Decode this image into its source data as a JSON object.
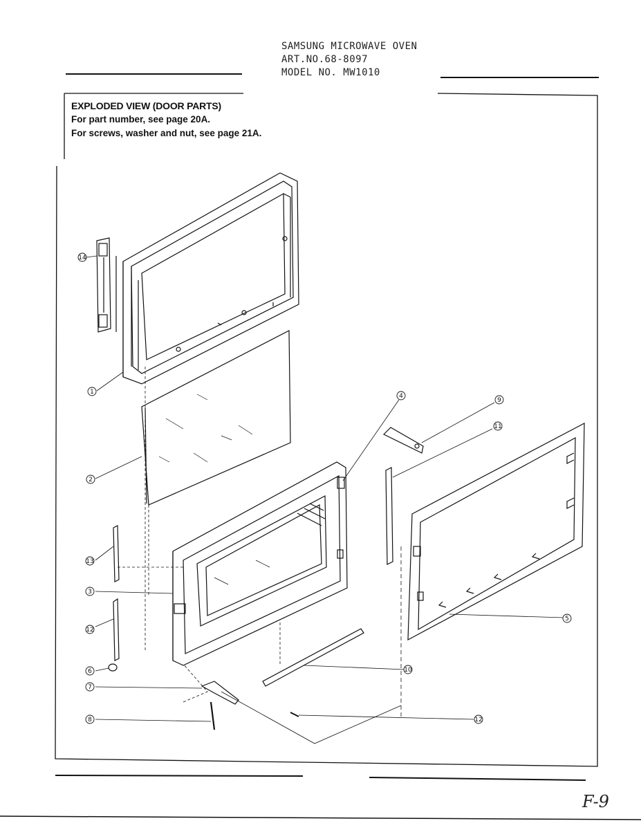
{
  "header": {
    "line1": "SAMSUNG MICROWAVE OVEN",
    "line2": "ART.NO.68-8097",
    "line3": "MODEL NO. MW1010"
  },
  "notes": {
    "title": "EXPLODED VIEW (DOOR PARTS)",
    "line1": "For part number, see page 20A.",
    "line2": "For screws, washer and nut, see page 21A."
  },
  "callouts": [
    "14",
    "1",
    "2",
    "13",
    "3",
    "12",
    "6",
    "7",
    "8",
    "4",
    "9",
    "11",
    "5",
    "10",
    "12"
  ],
  "page_code": "F-9"
}
